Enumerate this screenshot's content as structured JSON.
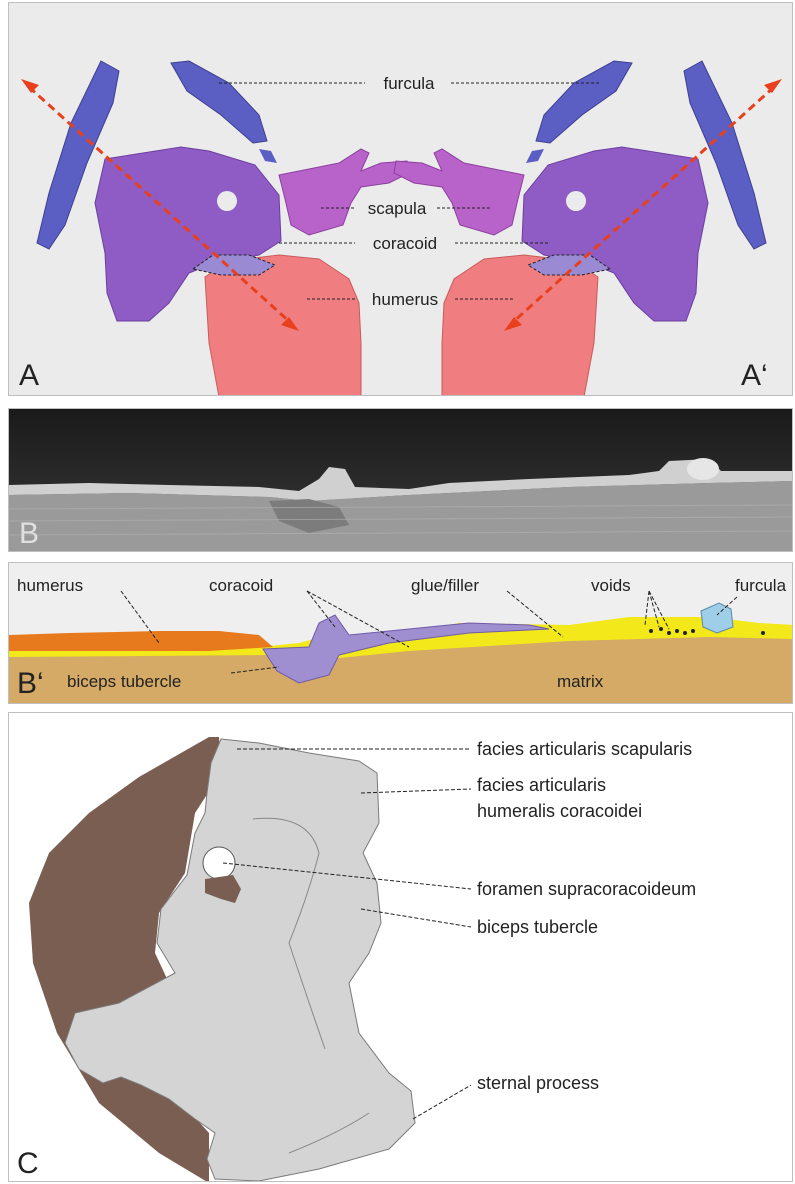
{
  "panels": {
    "a": {
      "letter": "A",
      "letter_mirror": "A‘",
      "labels": {
        "furcula": "furcula",
        "scapula": "scapula",
        "coracoid": "coracoid",
        "humerus": "humerus"
      }
    },
    "b": {
      "letter": "B"
    },
    "b2": {
      "letter": "B‘",
      "labels": {
        "humerus": "humerus",
        "coracoid": "coracoid",
        "glue": "glue/filler",
        "voids": "voids",
        "furcula": "furcula",
        "biceps": "biceps tubercle",
        "matrix": "matrix"
      }
    },
    "c": {
      "letter": "C",
      "labels": {
        "scapularis": "facies articularis scapularis",
        "humeralis_1": "facies articularis",
        "humeralis_2": "humeralis coracoidei",
        "foramen": "foramen supracoracoideum",
        "biceps": "biceps tubercle",
        "sternal": "sternal process"
      }
    }
  },
  "colors": {
    "furcula": "#5b5fc4",
    "coracoid": "#8e5cc4",
    "scapula": "#b863c9",
    "humerus": "#f07e80",
    "arrow": "#e8401c",
    "b2_humerus": "#e87a1e",
    "b2_glue": "#f2e81a",
    "b2_coracoid": "#a08fd0",
    "b2_furcula": "#9fcfe8",
    "b2_matrix": "#d4aa66",
    "c_bone": "#d4d4d4",
    "c_matrix": "#7a5e52"
  }
}
